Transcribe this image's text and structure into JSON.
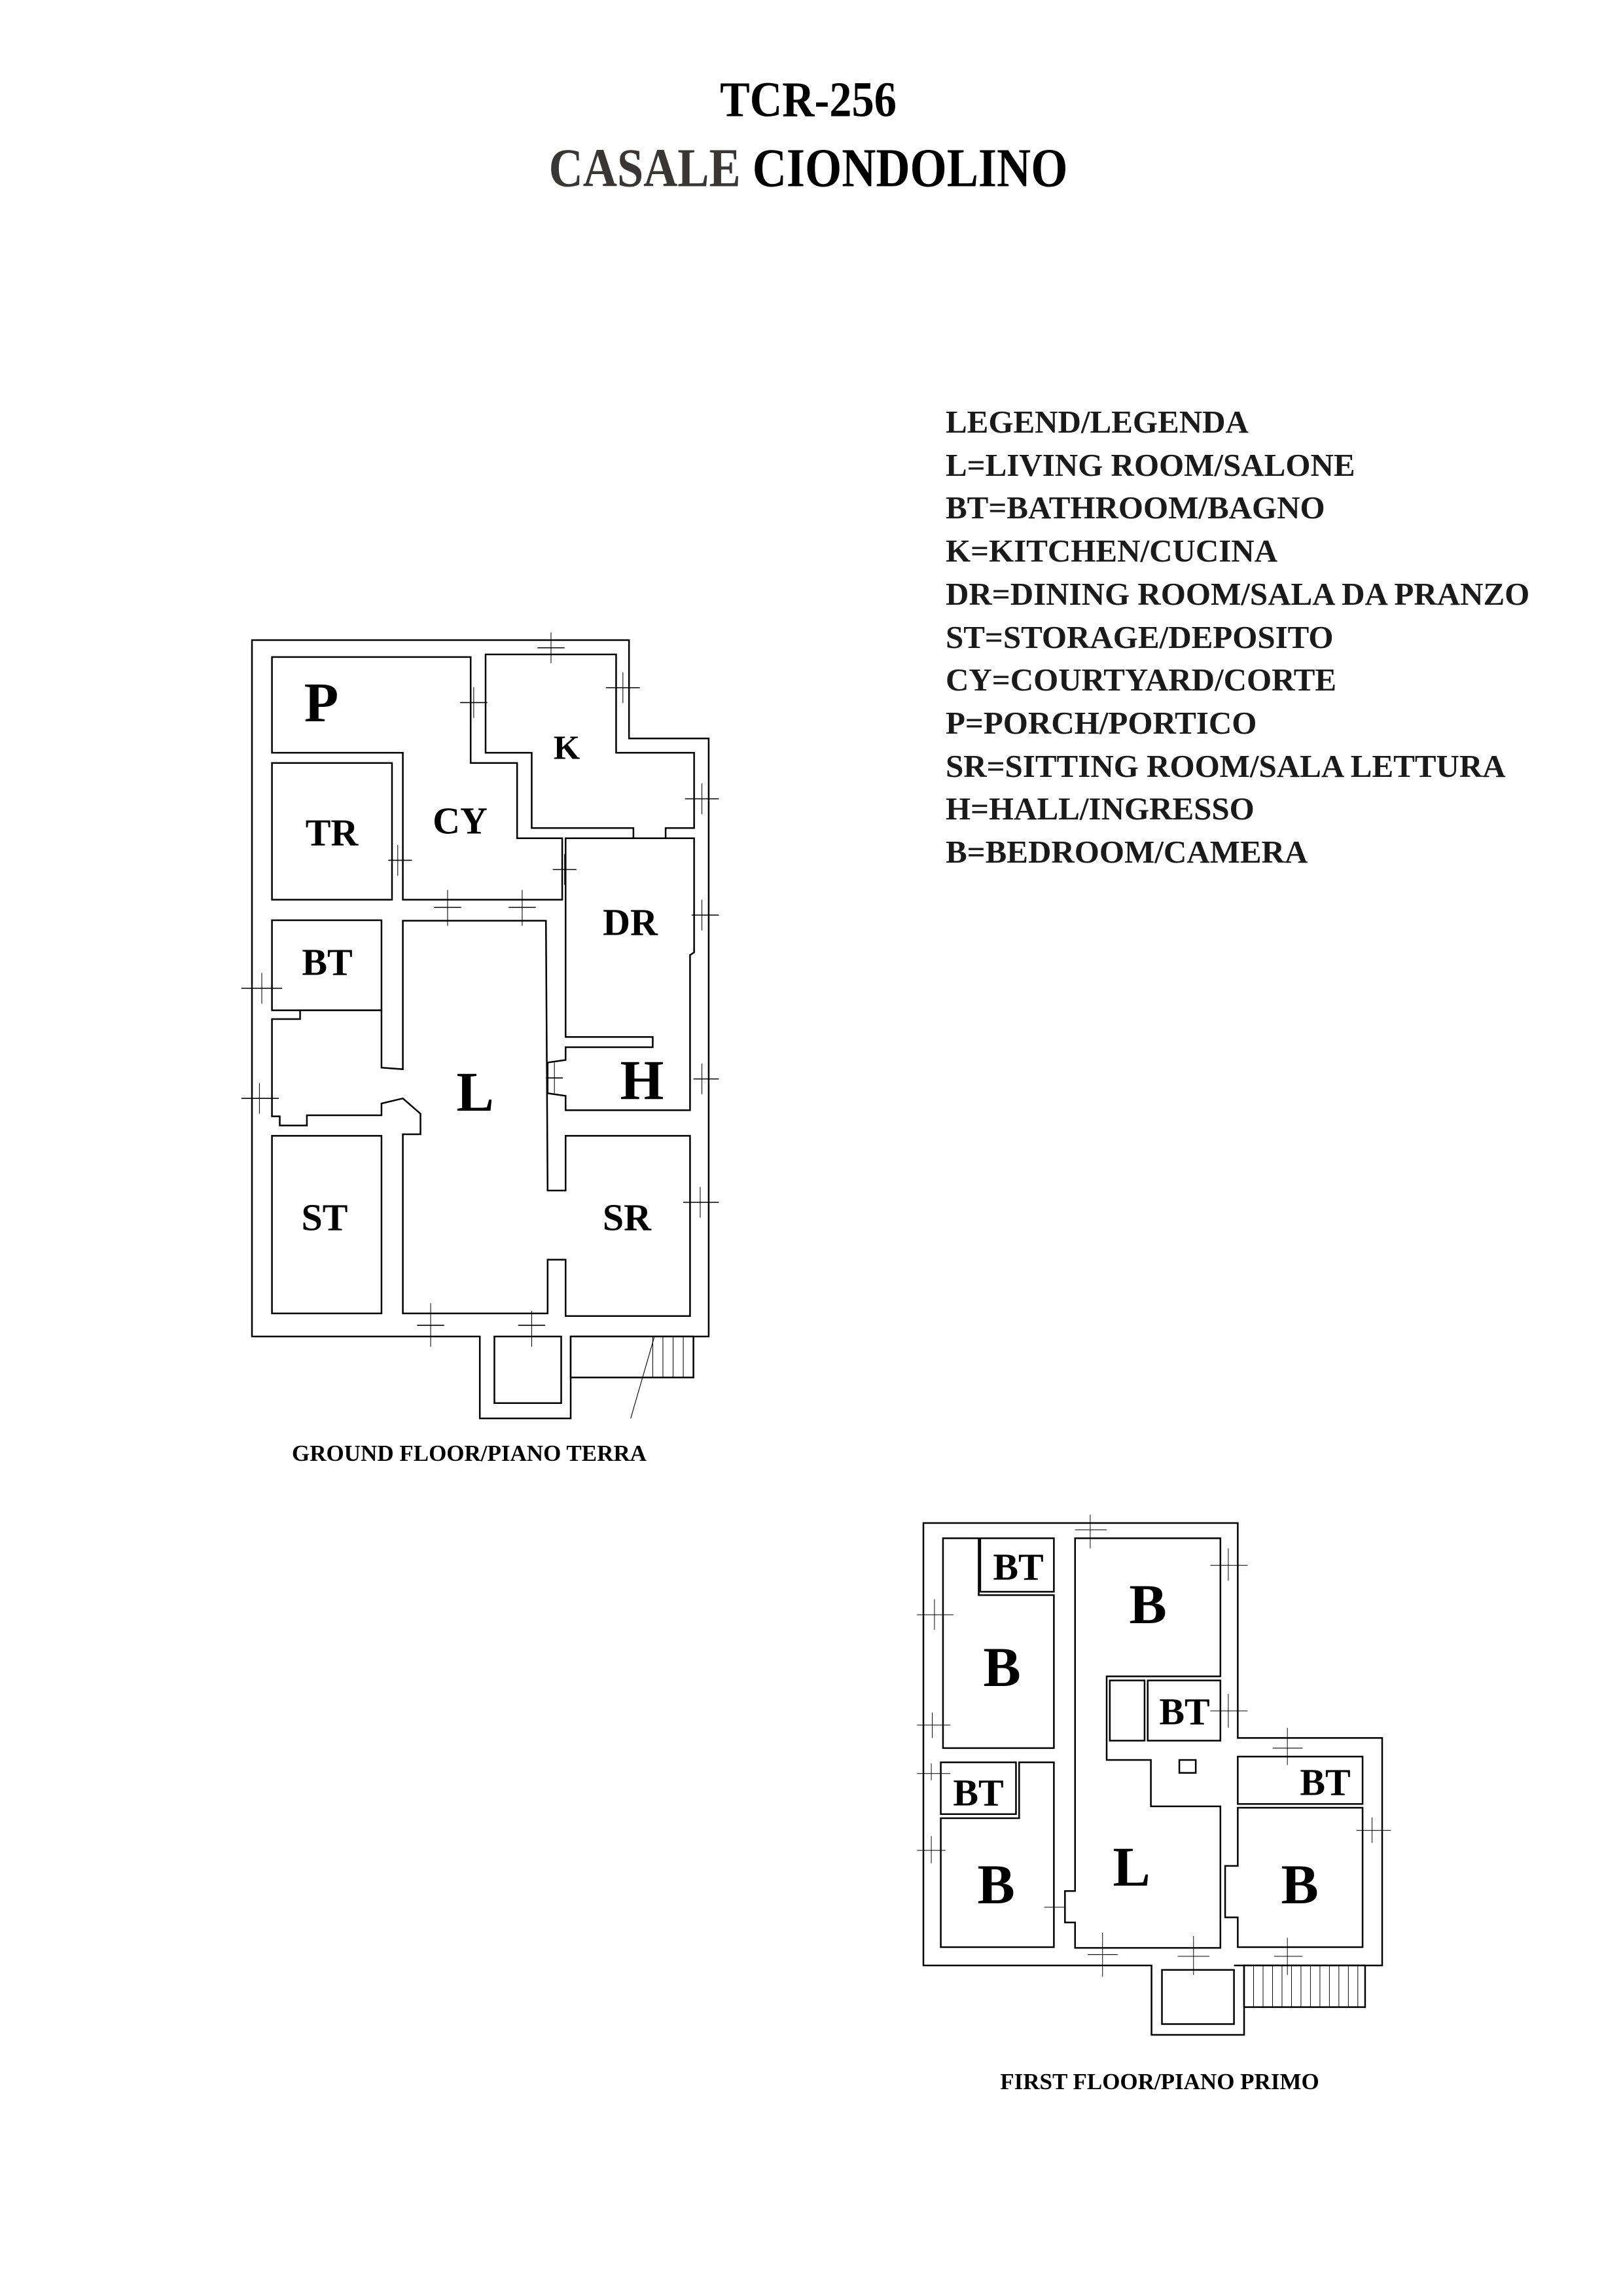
{
  "header": {
    "code": "TCR-256",
    "name_part1": "CASALE",
    "name_part2": "CIONDOLINO"
  },
  "legend": {
    "title": "LEGEND/LEGENDA",
    "items": [
      "L=LIVING ROOM/SALONE",
      "BT=BATHROOM/BAGNO",
      "K=KITCHEN/CUCINA",
      "DR=DINING ROOM/SALA DA PRANZO",
      "ST=STORAGE/DEPOSITO",
      "CY=COURTYARD/CORTE",
      "P=PORCH/PORTICO",
      "SR=SITTING ROOM/SALA LETTURA",
      "H=HALL/INGRESSO",
      "B=BEDROOM/CAMERA"
    ]
  },
  "ground_floor": {
    "caption": "GROUND FLOOR/PIANO TERRA",
    "rooms": [
      "P",
      "K",
      "TR",
      "CY",
      "BT",
      "DR",
      "L",
      "H",
      "ST",
      "SR"
    ]
  },
  "first_floor": {
    "caption": "FIRST FLOOR/PIANO PRIMO",
    "rooms": [
      "BT",
      "B",
      "B",
      "BT",
      "BT",
      "BT",
      "L",
      "B",
      "B"
    ]
  },
  "colors": {
    "title_gray": "#3a3636",
    "line": "#000000"
  }
}
